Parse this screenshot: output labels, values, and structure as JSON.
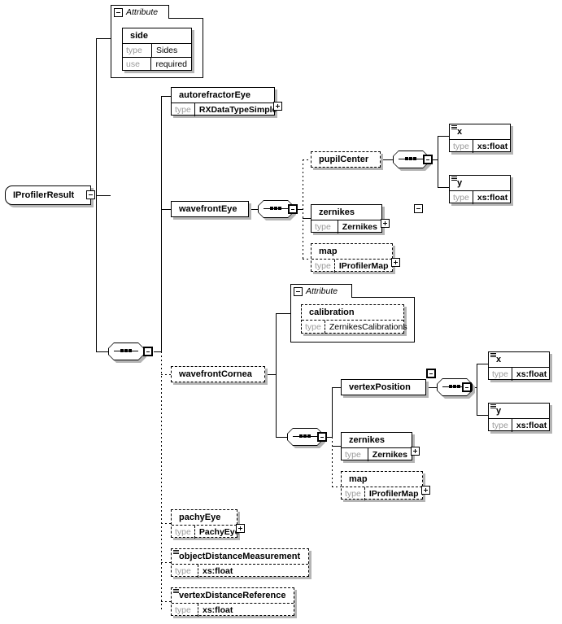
{
  "diagram": {
    "kind": "xml-schema-element-diagram",
    "root": {
      "label": "IProfilerResult"
    },
    "labels": {
      "attribute_caption": "Attribute",
      "type_key": "type",
      "use_key": "use"
    },
    "attributes": [
      {
        "id": "side",
        "name": "side",
        "type_key": "type",
        "type_value": "Sides",
        "use_key": "use",
        "use_value": "required",
        "optional": false
      },
      {
        "id": "calibration",
        "name": "calibration",
        "type_key": "type",
        "type_value": "ZernikesCalibrations",
        "optional": true
      }
    ],
    "elements": [
      {
        "id": "autorefractorEye",
        "name": "autorefractorEye",
        "type_key": "type",
        "type_value": "RXDataTypeSimple",
        "optional": false,
        "expandable": true,
        "simple_glyph": false
      },
      {
        "id": "wavefrontEye",
        "name": "wavefrontEye",
        "optional": false,
        "collapsible": true
      },
      {
        "id": "pupilCenter",
        "name": "pupilCenter",
        "optional": true,
        "collapsible": true
      },
      {
        "id": "x1",
        "name": "x",
        "type_key": "type",
        "type_value": "xs:float",
        "optional": false,
        "simple_glyph": true
      },
      {
        "id": "y1",
        "name": "y",
        "type_key": "type",
        "type_value": "xs:float",
        "optional": false,
        "simple_glyph": true
      },
      {
        "id": "zernikes1",
        "name": "zernikes",
        "type_key": "type",
        "type_value": "Zernikes",
        "optional": false,
        "expandable": true
      },
      {
        "id": "map1",
        "name": "map",
        "type_key": "type",
        "type_value": "IProfilerMap",
        "optional": true,
        "expandable": true
      },
      {
        "id": "wavefrontCornea",
        "name": "wavefrontCornea",
        "optional": true,
        "collapsible": true
      },
      {
        "id": "vertexPosition",
        "name": "vertexPosition",
        "optional": false,
        "collapsible": true
      },
      {
        "id": "x2",
        "name": "x",
        "type_key": "type",
        "type_value": "xs:float",
        "optional": false,
        "simple_glyph": true
      },
      {
        "id": "y2",
        "name": "y",
        "type_key": "type",
        "type_value": "xs:float",
        "optional": false,
        "simple_glyph": true
      },
      {
        "id": "zernikes2",
        "name": "zernikes",
        "type_key": "type",
        "type_value": "Zernikes",
        "optional": false,
        "expandable": true
      },
      {
        "id": "map2",
        "name": "map",
        "type_key": "type",
        "type_value": "IProfilerMap",
        "optional": true,
        "expandable": true
      },
      {
        "id": "pachyEye",
        "name": "pachyEye",
        "type_key": "type",
        "type_value": "PachyEye",
        "optional": true,
        "expandable": true
      },
      {
        "id": "objectDistanceMeasurement",
        "name": "objectDistanceMeasurement",
        "type_key": "type",
        "type_value": "xs:float",
        "optional": true,
        "simple_glyph": true
      },
      {
        "id": "vertexDistanceReference",
        "name": "vertexDistanceReference",
        "type_key": "type",
        "type_value": "xs:float",
        "optional": true,
        "simple_glyph": true
      }
    ],
    "compositors": [
      {
        "id": "seq-root",
        "kind": "sequence"
      },
      {
        "id": "seq-wfeye",
        "kind": "sequence"
      },
      {
        "id": "seq-pupil",
        "kind": "sequence"
      },
      {
        "id": "seq-cornea",
        "kind": "sequence"
      },
      {
        "id": "seq-vertex",
        "kind": "sequence"
      }
    ],
    "colors": {
      "line": "#000000",
      "shadow": "#b5b5b5",
      "muted_text": "#9a9a9a",
      "background": "#ffffff"
    }
  }
}
